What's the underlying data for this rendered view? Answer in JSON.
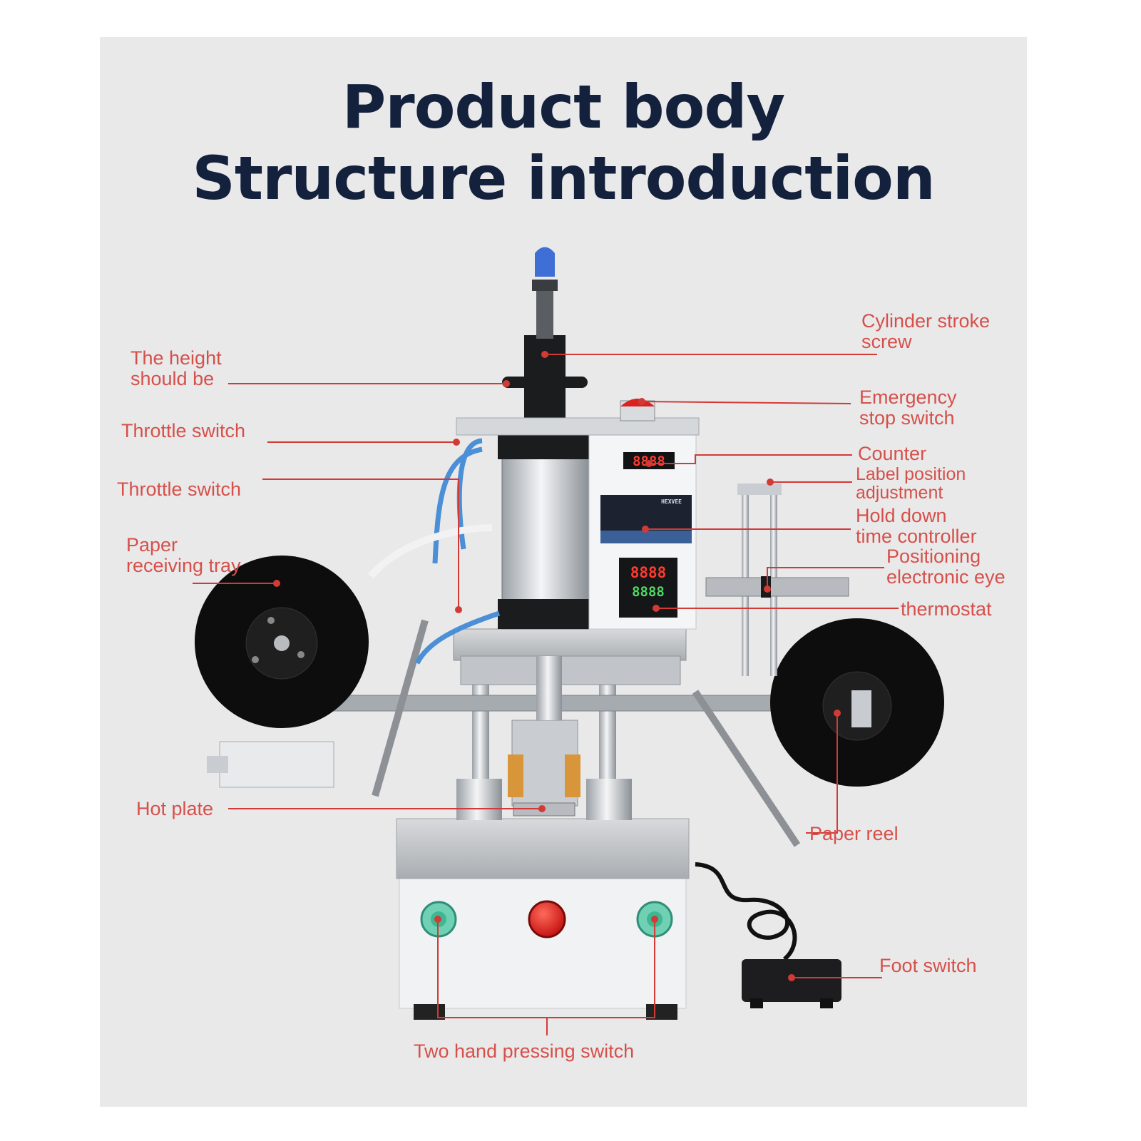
{
  "title": {
    "line1": "Product body",
    "line2": "Structure introduction"
  },
  "colors": {
    "title": "#14213d",
    "label": "#d6504a",
    "leader": "#d23a36",
    "background": "#e9e9ea"
  },
  "labels": {
    "cylinder_stroke_screw": "Cylinder stroke\nscrew",
    "height_should_be": "The height\nshould be",
    "emergency_stop": "Emergency\nstop switch",
    "throttle_switch_1": "Throttle switch",
    "counter": "Counter",
    "label_position": "Label position\nadjustment",
    "throttle_switch_2": "Throttle switch",
    "hold_down_timer": "Hold down\ntime controller",
    "paper_receiving_tray": "Paper\nreceiving tray",
    "positioning_eye": "Positioning\nelectronic eye",
    "thermostat": "thermostat",
    "hot_plate": "Hot plate",
    "paper_reel": "Paper reel",
    "foot_switch": "Foot switch",
    "two_hand_switch": "Two hand pressing switch"
  },
  "machine_readouts": {
    "counter_display": "8888",
    "thermostat_display_top": "8888",
    "thermostat_display_bottom": "8888",
    "brand": "HEXVEE"
  }
}
